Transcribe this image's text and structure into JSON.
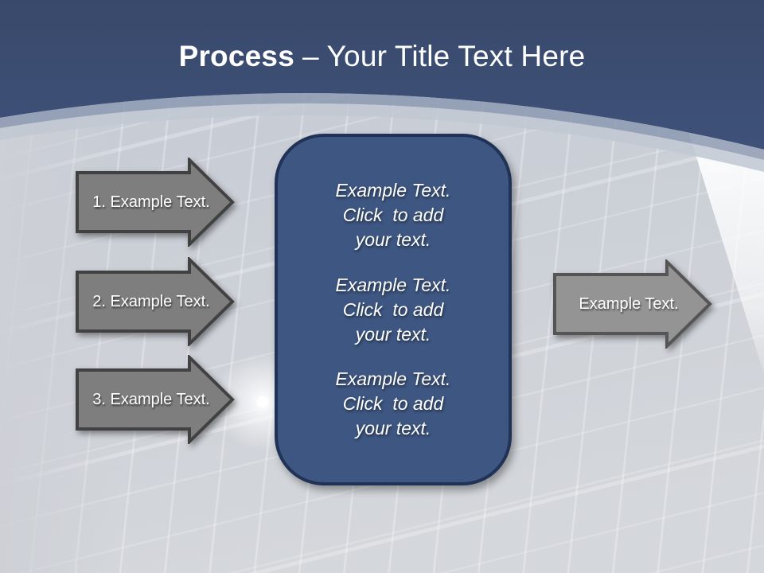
{
  "slide": {
    "title": {
      "bold": "Process",
      "rest": "– Your Title Text Here"
    }
  },
  "left_arrows": [
    {
      "label": "1. Example Text."
    },
    {
      "label": "2. Example Text."
    },
    {
      "label": "3. Example Text."
    }
  ],
  "right_arrow": {
    "label": "Example Text."
  },
  "center_box": {
    "blocks": [
      {
        "lines": [
          "Example Text.",
          "Click  to add",
          "your text."
        ]
      },
      {
        "lines": [
          "Example Text.",
          "Click  to add",
          "your text."
        ]
      },
      {
        "lines": [
          "Example Text.",
          "Click  to add",
          "your text."
        ]
      }
    ]
  },
  "background": {
    "subject": "skyscraper-glass-facade-low-angle",
    "lens_flare": true
  },
  "colors": {
    "header_gradient_top": "#39496B",
    "header_gradient_bottom": "#4C67A0",
    "background_gray_top": "#C6CBD4",
    "background_gray_bottom": "#D4D7DB",
    "arc_band_upper": "#8C99B2",
    "arc_band_lower": "#C2C8D3",
    "panel_fill": "#3E5782",
    "panel_border": "#203255",
    "left_arrow_fill": "#7E7E7E",
    "left_arrow_border": "#414141",
    "right_arrow_fill": "#949494",
    "right_arrow_border": "#555555",
    "text": "#FFFFFF"
  }
}
